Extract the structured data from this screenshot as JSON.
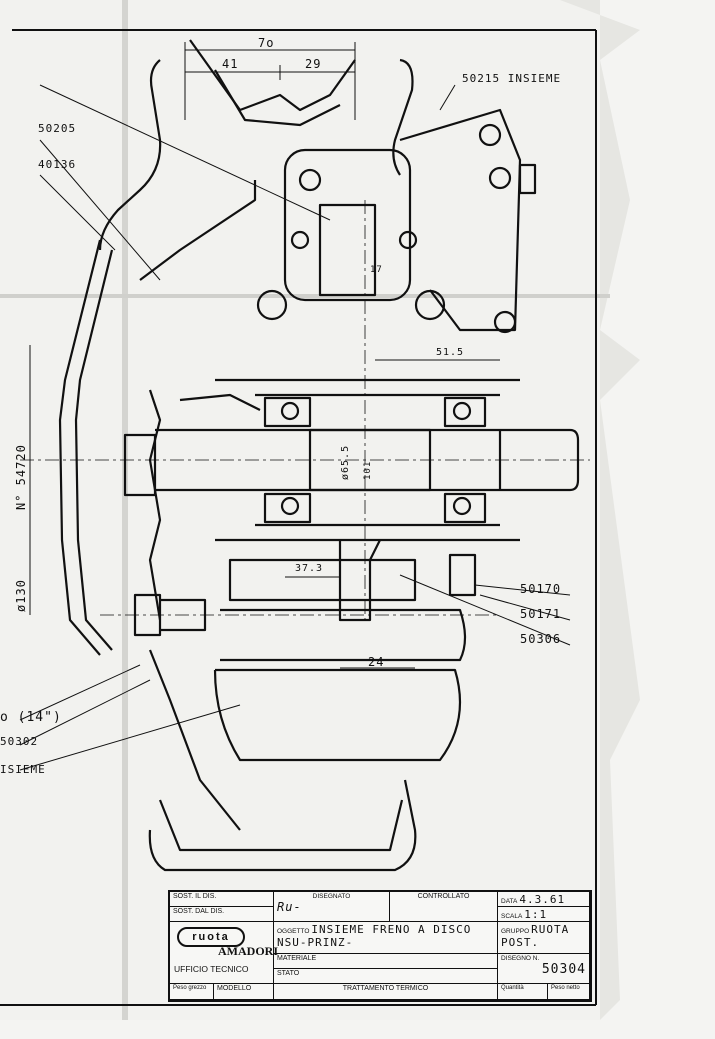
{
  "drawing": {
    "dimensions": [
      "7o",
      "41",
      "29",
      "17",
      "51.5",
      "ø65.5",
      "101",
      "ø130",
      "N° 54720",
      "37.3",
      "24"
    ],
    "part_labels": [
      "50215 INSIEME",
      "50205",
      "40136",
      "50170",
      "50171",
      "50306",
      "o (14\")",
      "50302",
      "ISIEME"
    ]
  },
  "title_block": {
    "sost_il_dis": "SOST. IL DIS.",
    "sost_dal_dis": "SOST. DAL DIS.",
    "disegnato_h": "DISEGNATO",
    "disegnato_v": "Ru-",
    "controllato_h": "CONTROLLATO",
    "data_h": "DATA",
    "data_v": "4.3.61",
    "scala_h": "SCALA",
    "scala_v": "1:1",
    "logo": "ruota",
    "company": "AMADORI",
    "dept": "UFFICIO TECNICO",
    "peso_grezzo": "Peso grezzo",
    "modello": "MODELLO",
    "oggetto_h": "OGGETTO",
    "oggetto_v1": "INSIEME FRENO A DISCO",
    "oggetto_v2": "NSU-PRINZ-",
    "gruppo_h": "GRUPPO",
    "gruppo_v1": "RUOTA",
    "gruppo_v2": "POST.",
    "materiale_h": "MATERIALE",
    "disegno_h": "DISEGNO N.",
    "disegno_v": "50304",
    "stato_h": "STATO",
    "trattamento": "TRATTAMENTO TERMICO",
    "quantita": "Quantità",
    "peso_netto": "Peso netto"
  }
}
